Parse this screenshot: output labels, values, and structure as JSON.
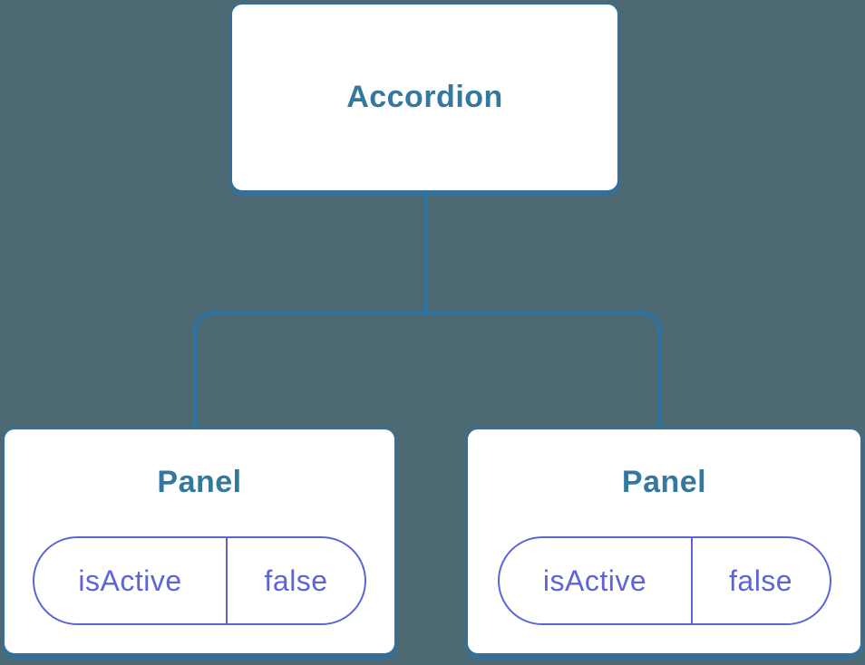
{
  "diagram": {
    "type": "component-tree",
    "root": {
      "label": "Accordion"
    },
    "children": [
      {
        "label": "Panel",
        "state": {
          "name": "isActive",
          "value": "false"
        }
      },
      {
        "label": "Panel",
        "state": {
          "name": "isActive",
          "value": "false"
        }
      }
    ]
  },
  "colors": {
    "background": "#4d6a74",
    "node_fill": "#ffffff",
    "node_border": "#31719b",
    "node_text": "#35789e",
    "connector_line": "#2b74a4",
    "state_accent": "#5d64d8"
  }
}
